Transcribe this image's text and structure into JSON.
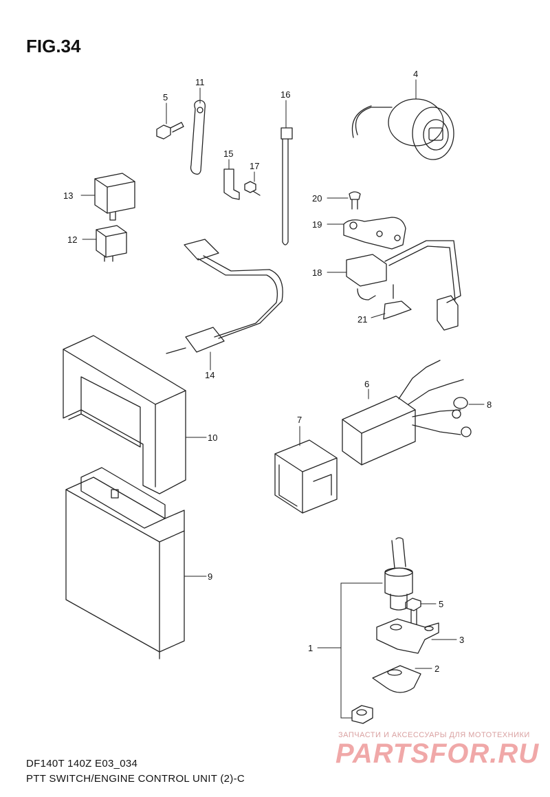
{
  "figure": {
    "title": "FIG.34"
  },
  "callouts": {
    "c1": "1",
    "c2": "2",
    "c3": "3",
    "c4": "4",
    "c5a": "5",
    "c5b": "5",
    "c6": "6",
    "c7": "7",
    "c8": "8",
    "c9": "9",
    "c10": "10",
    "c11": "11",
    "c12": "12",
    "c13": "13",
    "c14": "14",
    "c15": "15",
    "c16": "16",
    "c17": "17",
    "c18": "18",
    "c19": "19",
    "c20": "20",
    "c21": "21"
  },
  "footer": {
    "model": "DF140T 140Z E03_034",
    "caption": "PTT SWITCH/ENGINE CONTROL UNIT (2)-C"
  },
  "watermark": {
    "tagline": "ЗАПЧАСТИ И АКСЕССУАРЫ ДЛЯ МОТОТЕХНИКИ",
    "logo": "PARTSFOR.RU"
  }
}
